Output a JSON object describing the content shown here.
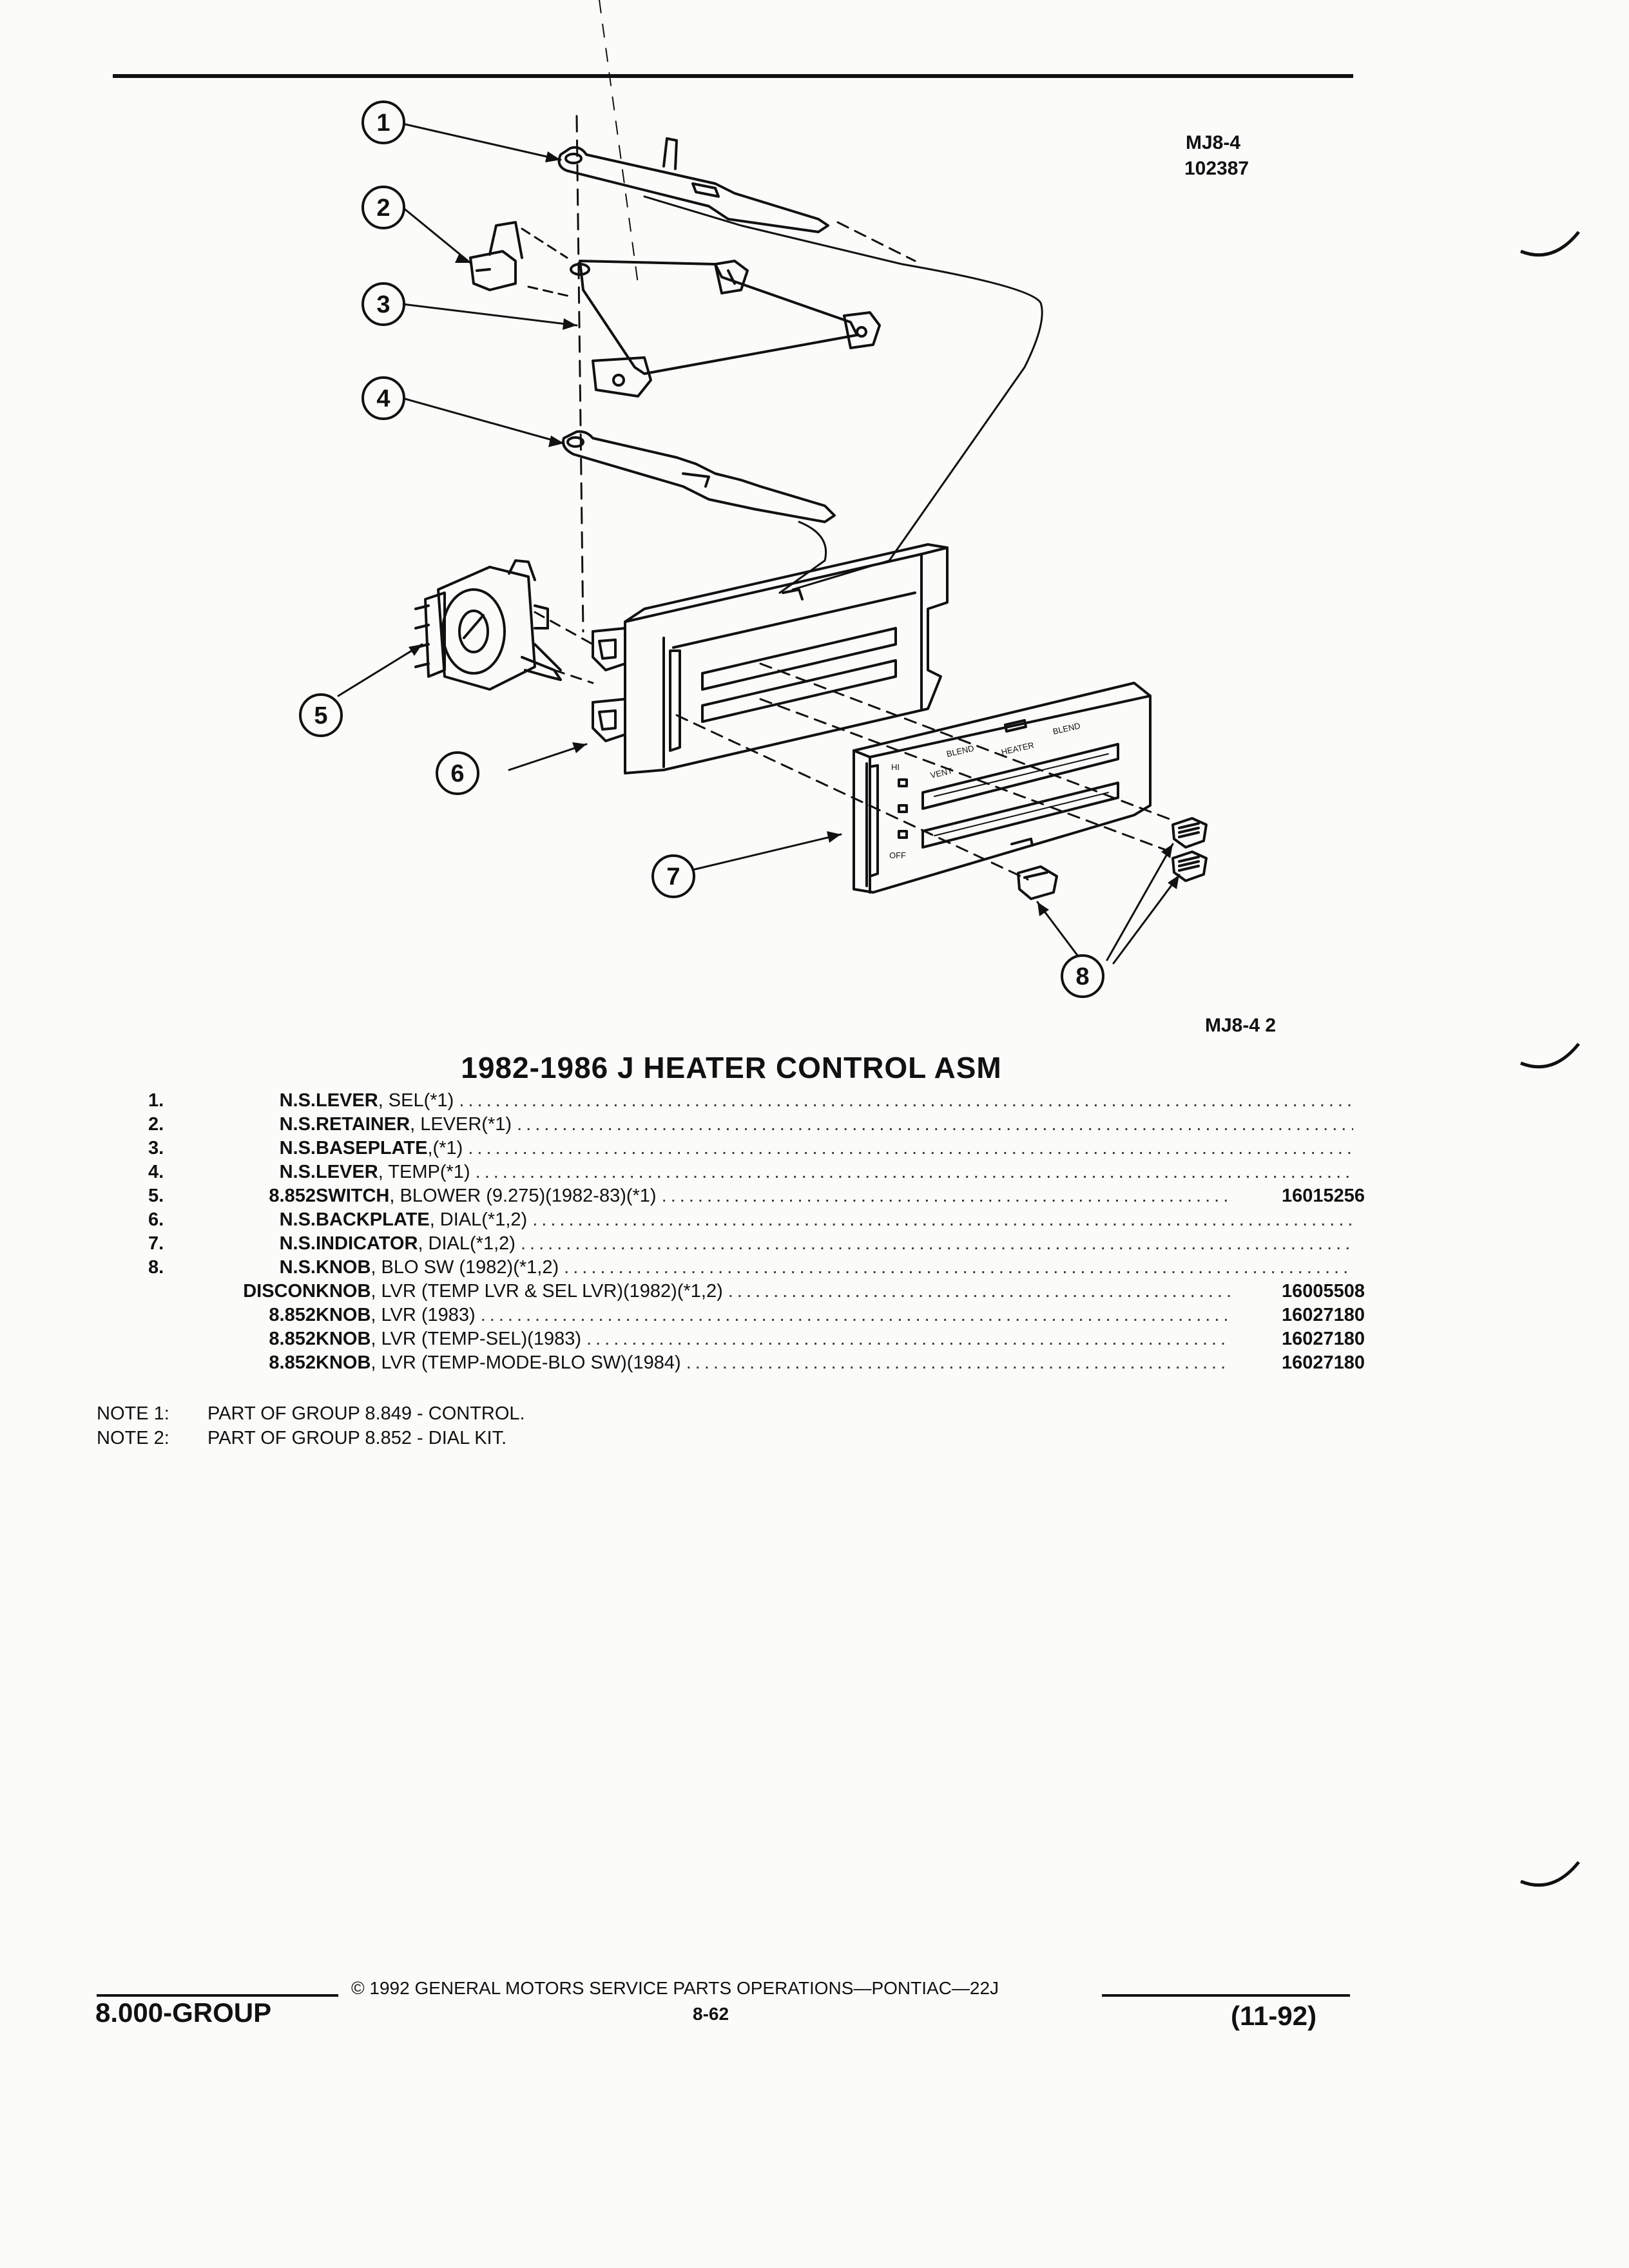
{
  "diagram": {
    "ref_code": "MJ8-4",
    "ref_number": "102387",
    "ref_bottom": "MJ8-4  2",
    "callouts": [
      "1",
      "2",
      "3",
      "4",
      "5",
      "6",
      "7",
      "8"
    ],
    "panel_labels": {
      "hi": "HI",
      "off": "OFF",
      "vent": "VENT",
      "blend_left": "BLEND",
      "heater": "HEATER",
      "blend_right": "BLEND"
    }
  },
  "title": "1982-1986 J HEATER CONTROL ASM",
  "parts": [
    {
      "num": "1.",
      "group": "N.S.",
      "name": "LEVER",
      "detail": ", SEL(*1)",
      "part_no": ""
    },
    {
      "num": "2.",
      "group": "N.S.",
      "name": "RETAINER",
      "detail": ", LEVER(*1)",
      "part_no": ""
    },
    {
      "num": "3.",
      "group": "N.S.",
      "name": "BASEPLATE",
      "detail": ",(*1)",
      "part_no": ""
    },
    {
      "num": "4.",
      "group": "N.S.",
      "name": "LEVER",
      "detail": ", TEMP(*1)",
      "part_no": ""
    },
    {
      "num": "5.",
      "group": "8.852",
      "name": "SWITCH",
      "detail": ", BLOWER (9.275)(1982-83)(*1)",
      "part_no": "16015256"
    },
    {
      "num": "6.",
      "group": "N.S.",
      "name": "BACKPLATE",
      "detail": ", DIAL(*1,2)",
      "part_no": ""
    },
    {
      "num": "7.",
      "group": "N.S.",
      "name": "INDICATOR",
      "detail": ", DIAL(*1,2)",
      "part_no": ""
    },
    {
      "num": "8.",
      "group": "N.S.",
      "name": "KNOB",
      "detail": ", BLO SW (1982)(*1,2)",
      "part_no": ""
    },
    {
      "num": "",
      "group": "DISCON",
      "name": "KNOB",
      "detail": ", LVR (TEMP LVR & SEL LVR)(1982)(*1,2)",
      "part_no": "16005508"
    },
    {
      "num": "",
      "group": "8.852",
      "name": "KNOB",
      "detail": ", LVR (1983)",
      "part_no": "16027180"
    },
    {
      "num": "",
      "group": "8.852",
      "name": "KNOB",
      "detail": ", LVR (TEMP-SEL)(1983)",
      "part_no": "16027180"
    },
    {
      "num": "",
      "group": "8.852",
      "name": "KNOB",
      "detail": ", LVR (TEMP-MODE-BLO SW)(1984)",
      "part_no": "16027180"
    }
  ],
  "notes": [
    {
      "label": "NOTE  1:",
      "text": "PART OF GROUP 8.849 - CONTROL."
    },
    {
      "label": "NOTE  2:",
      "text": "PART OF GROUP 8.852 - DIAL KIT."
    }
  ],
  "footer": {
    "copyright": "© 1992  GENERAL MOTORS SERVICE PARTS OPERATIONS—PONTIAC—22J",
    "group": "8.000-GROUP",
    "page": "8-62",
    "date": "(11-92)"
  }
}
